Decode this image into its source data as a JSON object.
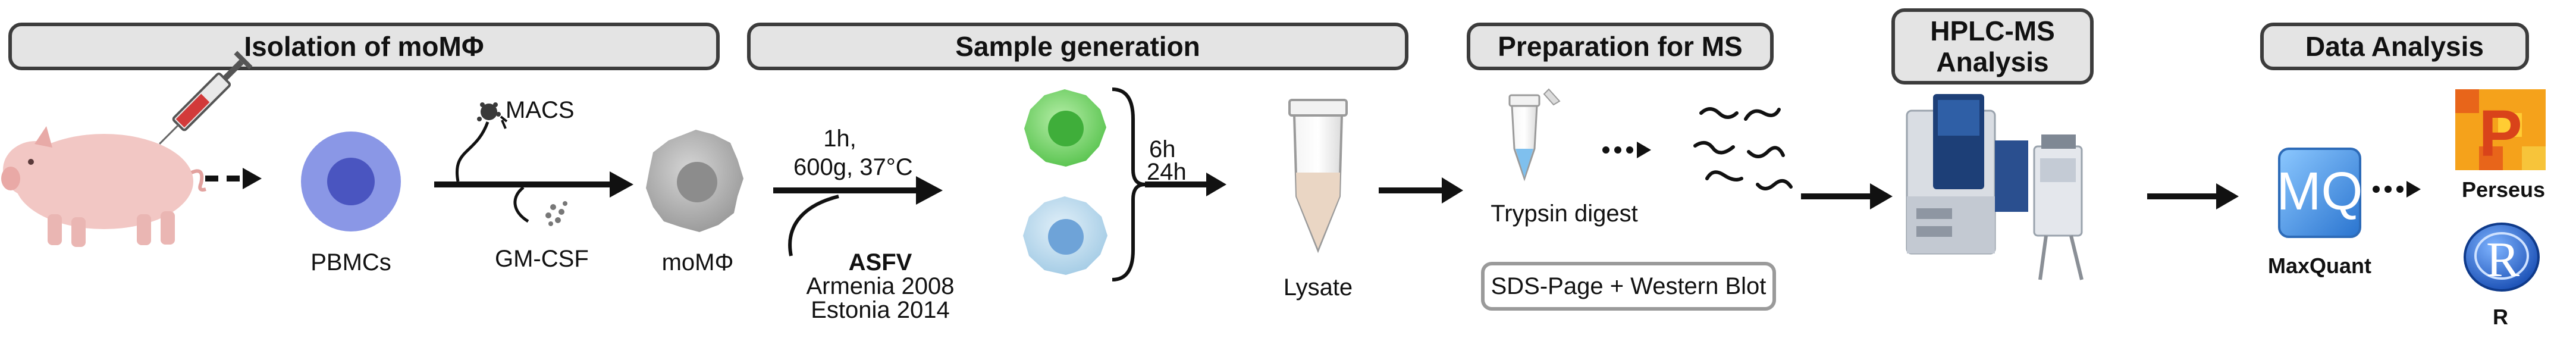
{
  "stages": {
    "isolation": "Isolation of moMΦ",
    "sample_generation": "Sample generation",
    "preparation": "Preparation for MS",
    "hplc": "HPLC-MS\nAnalysis",
    "data_analysis": "Data Analysis"
  },
  "labels": {
    "pbmcs": "PBMCs",
    "macs": "MACS",
    "gm_csf": "GM-CSF",
    "momphi": "moMΦ",
    "condition_time": "1h,",
    "condition_spin": "600g, 37°C",
    "asfv": "ASFV",
    "armenia": "Armenia 2008",
    "estonia": "Estonia 2014",
    "t6h": "6h",
    "t24h": "24h",
    "lysate": "Lysate",
    "trypsin": "Trypsin digest",
    "sds": "SDS-Page + Western Blot",
    "maxquant": "MaxQuant",
    "perseus": "Perseus",
    "r": "R",
    "mq_logo": "MQ",
    "r_logo": "R",
    "p_logo": "P"
  },
  "colors": {
    "header_fill": "#e4e4e4",
    "header_border": "#3c3c3c",
    "pig": "#f2c7c4",
    "pbmc_outer": "#8a97e6",
    "pbmc_inner": "#4a55c0",
    "macrophage": "#b9b9b9",
    "infected_green": "#86d97a",
    "infected_blue": "#bcd9ec",
    "maxquant": "#3d8ee0",
    "perseus": "#f5a21b"
  }
}
